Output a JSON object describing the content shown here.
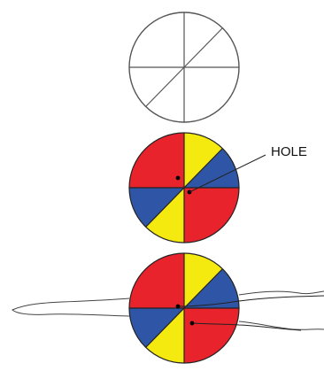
{
  "labels": {
    "hole": "HOLE"
  },
  "colors": {
    "red": "#e8232b",
    "yellow": "#f5ea0f",
    "blue": "#2f55a6",
    "outline": "#222222",
    "line": "#555555",
    "dot": "#000000"
  },
  "panels": [
    {
      "name": "plain-circle",
      "fill": "none"
    },
    {
      "name": "colored-disc-with-hole",
      "fill": "colored"
    },
    {
      "name": "colored-disc-with-line",
      "fill": "colored"
    }
  ]
}
